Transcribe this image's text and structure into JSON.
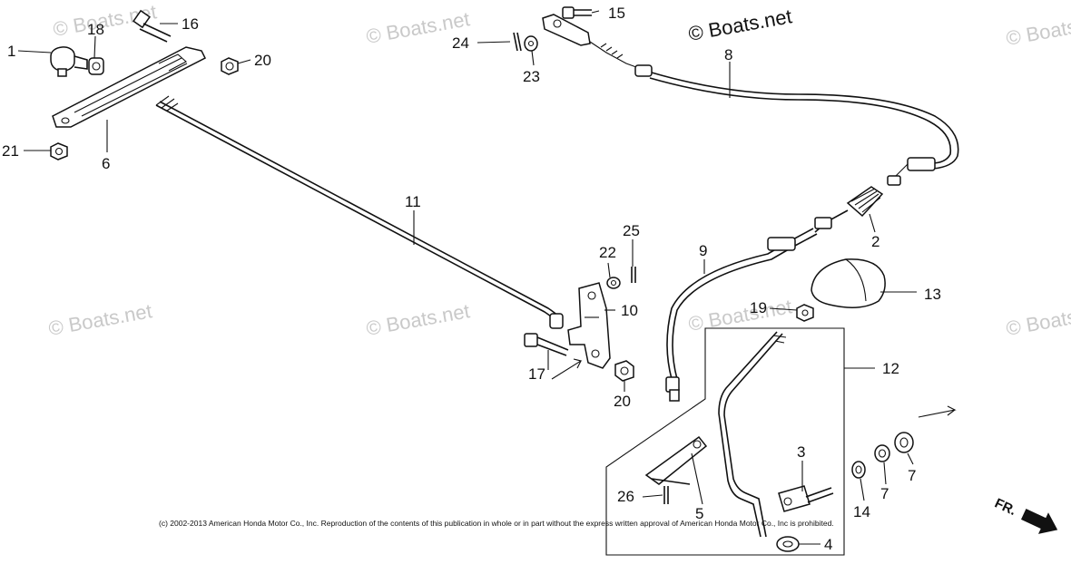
{
  "watermark": {
    "text": "© Boats.net"
  },
  "copyright": "(c) 2002-2013 American Honda Motor Co., Inc. Reproduction of the contents of this publication in whole or in part without the express written approval of American Honda Motor Co., Inc is prohibited.",
  "direction_label": "FR.",
  "callouts": {
    "c1": "1",
    "c2": "2",
    "c3": "3",
    "c4": "4",
    "c5": "5",
    "c6": "6",
    "c7a": "7",
    "c7b": "7",
    "c8": "8",
    "c9": "9",
    "c10": "10",
    "c11": "11",
    "c12": "12",
    "c13": "13",
    "c14": "14",
    "c15": "15",
    "c16": "16",
    "c17": "17",
    "c18": "18",
    "c19": "19",
    "c20a": "20",
    "c20b": "20",
    "c21": "21",
    "c22": "22",
    "c23": "23",
    "c24": "24",
    "c25": "25",
    "c26": "26"
  }
}
